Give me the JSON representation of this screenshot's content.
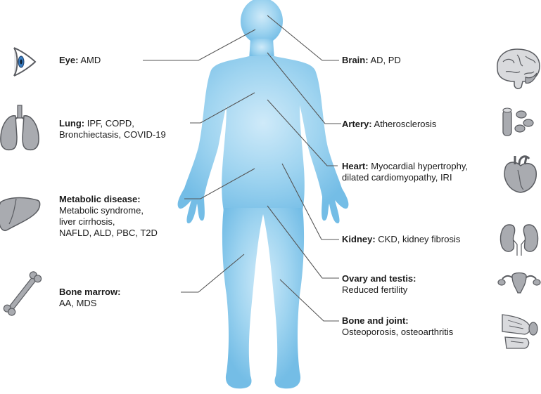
{
  "colors": {
    "body_light": "#cfeaf9",
    "body_main": "#8fcdee",
    "body_dark": "#74bde6",
    "leader_line": "#555555",
    "organ_fill": "#a9abb0",
    "organ_stroke": "#5a5c61",
    "eye_iris": "#3a7fc4",
    "text": "#1a1a1a"
  },
  "labels": {
    "eye": {
      "organ": "Eye:",
      "conditions": "AMD",
      "icon": "eye-icon"
    },
    "lung": {
      "organ": "Lung:",
      "conditions_line1": "IPF, COPD,",
      "conditions_line2": "Bronchiectasis, COVID-19",
      "icon": "lungs-icon"
    },
    "metabolic": {
      "organ": "Metabolic disease:",
      "conditions_line1": "Metabolic syndrome,",
      "conditions_line2": "liver cirrhosis,",
      "conditions_line3": "NAFLD, ALD, PBC, T2D",
      "icon": "liver-icon"
    },
    "bone_marrow": {
      "organ": "Bone marrow:",
      "conditions": "AA, MDS",
      "icon": "bone-icon"
    },
    "brain": {
      "organ": "Brain:",
      "conditions": "AD, PD",
      "icon": "brain-icon"
    },
    "artery": {
      "organ": "Artery:",
      "conditions": "Atherosclerosis",
      "icon": "artery-icon"
    },
    "heart": {
      "organ": "Heart:",
      "conditions_line1": "Myocardial hypertrophy,",
      "conditions_line2": "dilated cardiomyopathy, IRI",
      "icon": "heart-icon"
    },
    "kidney": {
      "organ": "Kidney:",
      "conditions": "CKD, kidney fibrosis",
      "icon": "kidneys-icon"
    },
    "ovary_testis": {
      "organ": "Ovary and testis:",
      "conditions": "Reduced fertility",
      "icon": "uterus-icon"
    },
    "bone_joint": {
      "organ": "Bone and joint:",
      "conditions": "Osteoporosis, osteoarthritis",
      "icon": "knee-joint-icon"
    }
  }
}
